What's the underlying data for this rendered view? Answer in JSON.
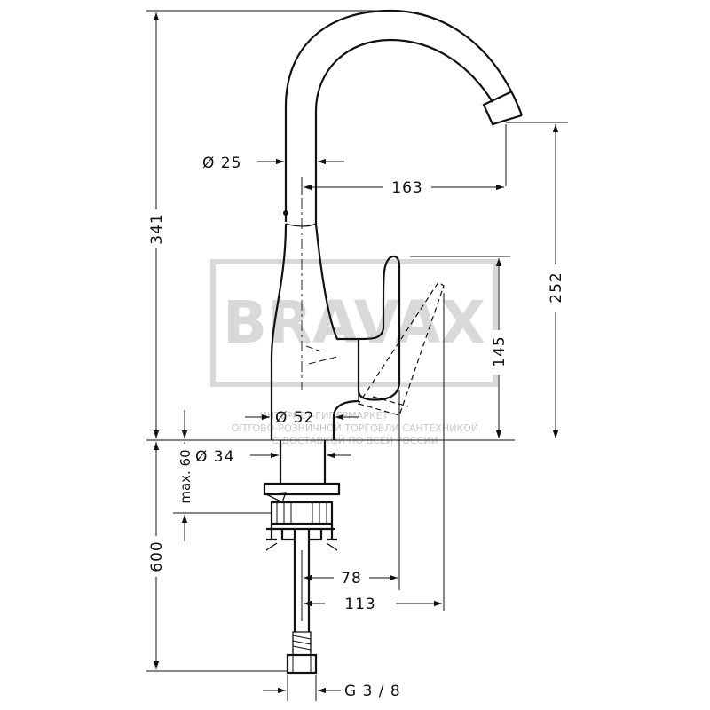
{
  "drawing": {
    "dimensions": {
      "total_height": "341",
      "spout_diameter": "Ø 25",
      "spout_reach": "163",
      "spout_height": "252",
      "lever_height": "145",
      "body_diameter": "Ø 52",
      "mount_diameter": "Ø 34",
      "max_thickness": "max. 60",
      "hose_length": "600",
      "lever_reach": "78",
      "lever_sweep": "113",
      "thread": "G 3 / 8"
    },
    "watermark": {
      "logo": "BRAVAX",
      "line1": "ИНТЕРНЕТ-ГИПЕРМАРКЕТ",
      "line2": "ОПТОВО-РОЗНИЧНОЙ ТОРГОВЛИ САНТЕХНИКОЙ",
      "line3": "С ДОСТАВКОЙ ПО ВСЕЙ РОССИИ"
    }
  }
}
